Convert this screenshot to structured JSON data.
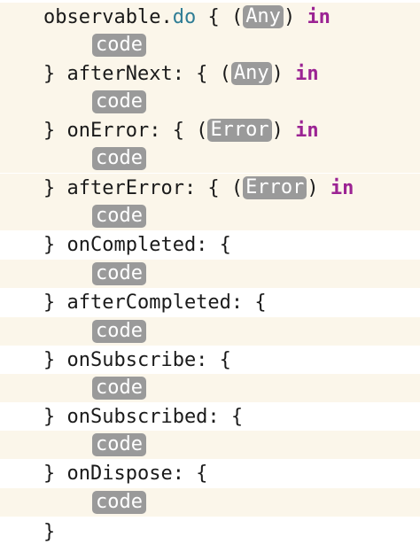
{
  "code": {
    "header": {
      "receiver": "observable.",
      "method": "do",
      "open": " { (",
      "close_paren": ")",
      "in_kw": "in"
    },
    "handlers": [
      {
        "prefix": "} afterNext: { (",
        "param": "Any",
        "suffix": ") ",
        "in_kw": "in"
      },
      {
        "prefix": "} onError: { (",
        "param": "Error",
        "suffix": ") ",
        "in_kw": "in"
      },
      {
        "prefix": "} afterError: { (",
        "param": "Error",
        "suffix": ") ",
        "in_kw": "in"
      },
      {
        "prefix": "} onCompleted: {"
      },
      {
        "prefix": "} afterCompleted: {"
      },
      {
        "prefix": "} onSubscribe: {"
      },
      {
        "prefix": "} onSubscribed: {"
      },
      {
        "prefix": "} onDispose: {"
      }
    ],
    "header_param": "Any",
    "placeholder": "code",
    "closing": "}"
  },
  "colors": {
    "highlight_bg": "#fbf6ea",
    "placeholder_bg": "#9a9a9a",
    "keyword_in": "#9b2393",
    "keyword_do": "#2f7d95"
  }
}
